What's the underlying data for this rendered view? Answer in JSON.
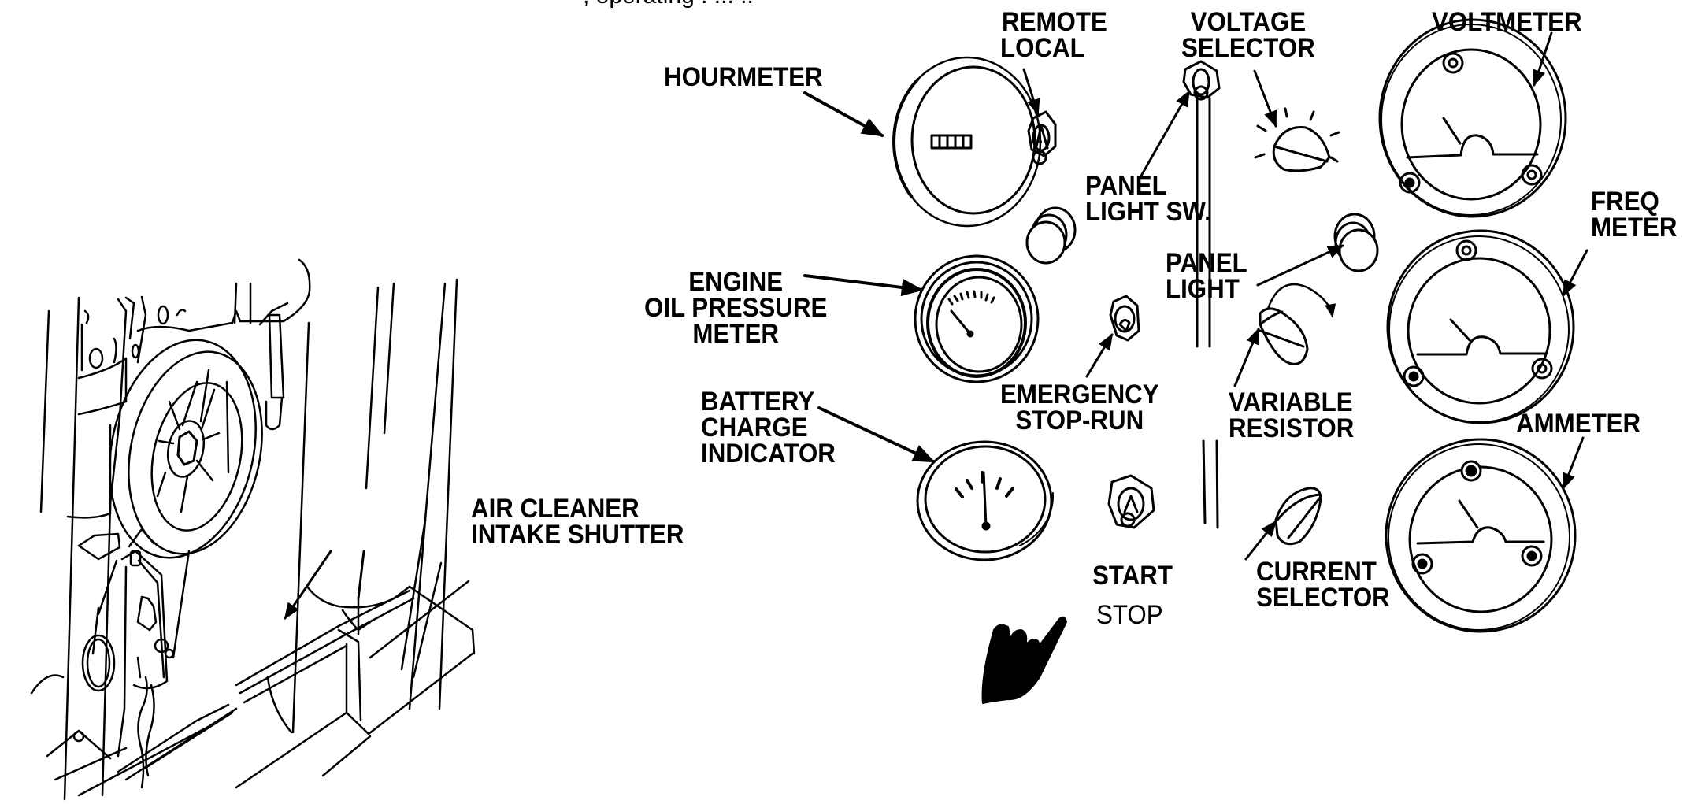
{
  "figure": {
    "top_text_fragment": ", operating . ... ..",
    "labels": {
      "hourmeter": "HOURMETER",
      "remote": "REMOTE",
      "local": "LOCAL",
      "voltage_selector": "VOLTAGE\nSELECTOR",
      "voltmeter": "VOLTMETER",
      "panel_light_sw": "PANEL\nLIGHT SW.",
      "freq_meter": "FREQ\nMETER",
      "engine_oil_pressure_meter": "ENGINE\nOIL PRESSURE\nMETER",
      "panel_light": "PANEL\nLIGHT",
      "battery_charge_indicator": "BATTERY\nCHARGE\nINDICATOR",
      "emergency_stop_run": "EMERGENCY\nSTOP-RUN",
      "variable_resistor": "VARIABLE\nRESISTOR",
      "ammeter": "AMMETER",
      "air_cleaner_intake_shutter": "AIR CLEANER\nINTAKE SHUTTER",
      "start": "START",
      "stop": "STOP",
      "current_selector": "CURRENT\nSELECTOR"
    },
    "components": [
      "hourmeter-gauge",
      "remote-local-switch",
      "panel-light-switch",
      "voltage-selector-knob",
      "voltmeter-gauge",
      "panel-light-left",
      "panel-light-right",
      "engine-oil-pressure-gauge",
      "emergency-stop-run-switch",
      "variable-resistor-knob",
      "freq-meter-gauge",
      "battery-charge-gauge",
      "start-stop-switch",
      "current-selector-knob",
      "ammeter-gauge",
      "pointing-hand",
      "engine-assembly",
      "air-cleaner-intake-shutter"
    ],
    "line_color": "#000000",
    "background_color": "#ffffff"
  }
}
